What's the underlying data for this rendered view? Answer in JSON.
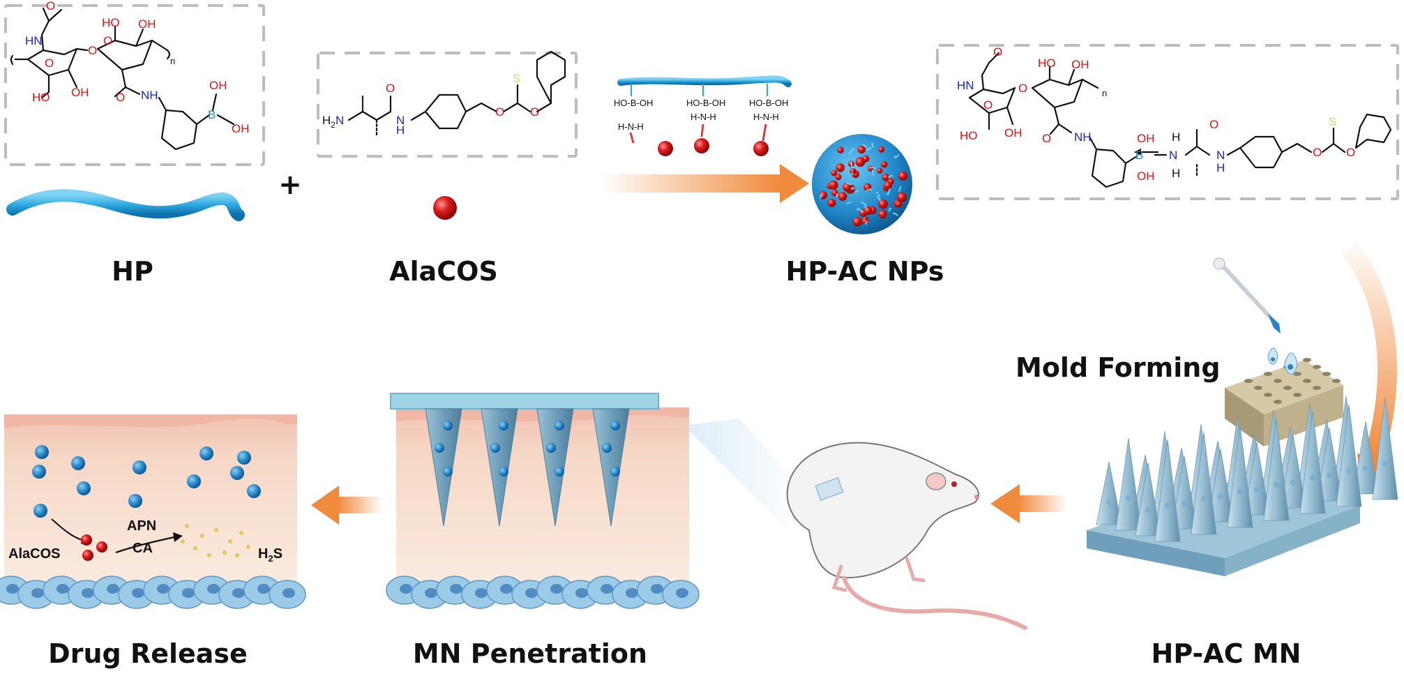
{
  "labels": {
    "hp": "HP",
    "alacos": "AlaCOS",
    "hp_ac_nps": "HP-AC NPs",
    "mold_forming": "Mold Forming",
    "hp_ac_mn": "HP-AC MN",
    "mn_penetration": "MN Penetration",
    "drug_release": "Drug Release",
    "plus": "+"
  },
  "release_panel": {
    "alacos": "AlaCOS",
    "apn": "APN",
    "ca": "CA",
    "h2s_main": "H",
    "h2s_sub": "2",
    "h2s_tail": "S"
  },
  "chem": {
    "HN": "HN",
    "NH": "NH",
    "OH": "OH",
    "HO": "HO",
    "O": "O",
    "B": "B",
    "N": "N",
    "H": "H",
    "H2N": "H",
    "H2N_sub": "2",
    "H2N_tail": "N",
    "n": "n",
    "S": "S",
    "boronic_link": "HO-B-OH",
    "amine_link": "H-N-H"
  },
  "colors": {
    "oxygen": "#e01010",
    "nitrogen": "#1c2aa8",
    "boron": "#1f8fb0",
    "arrow": "#f08a3c",
    "polymer": "#2aa7e0",
    "nanoparticle": "#e02020",
    "skin": "#f5d9c0",
    "microneedle": "#8fb7cc"
  }
}
